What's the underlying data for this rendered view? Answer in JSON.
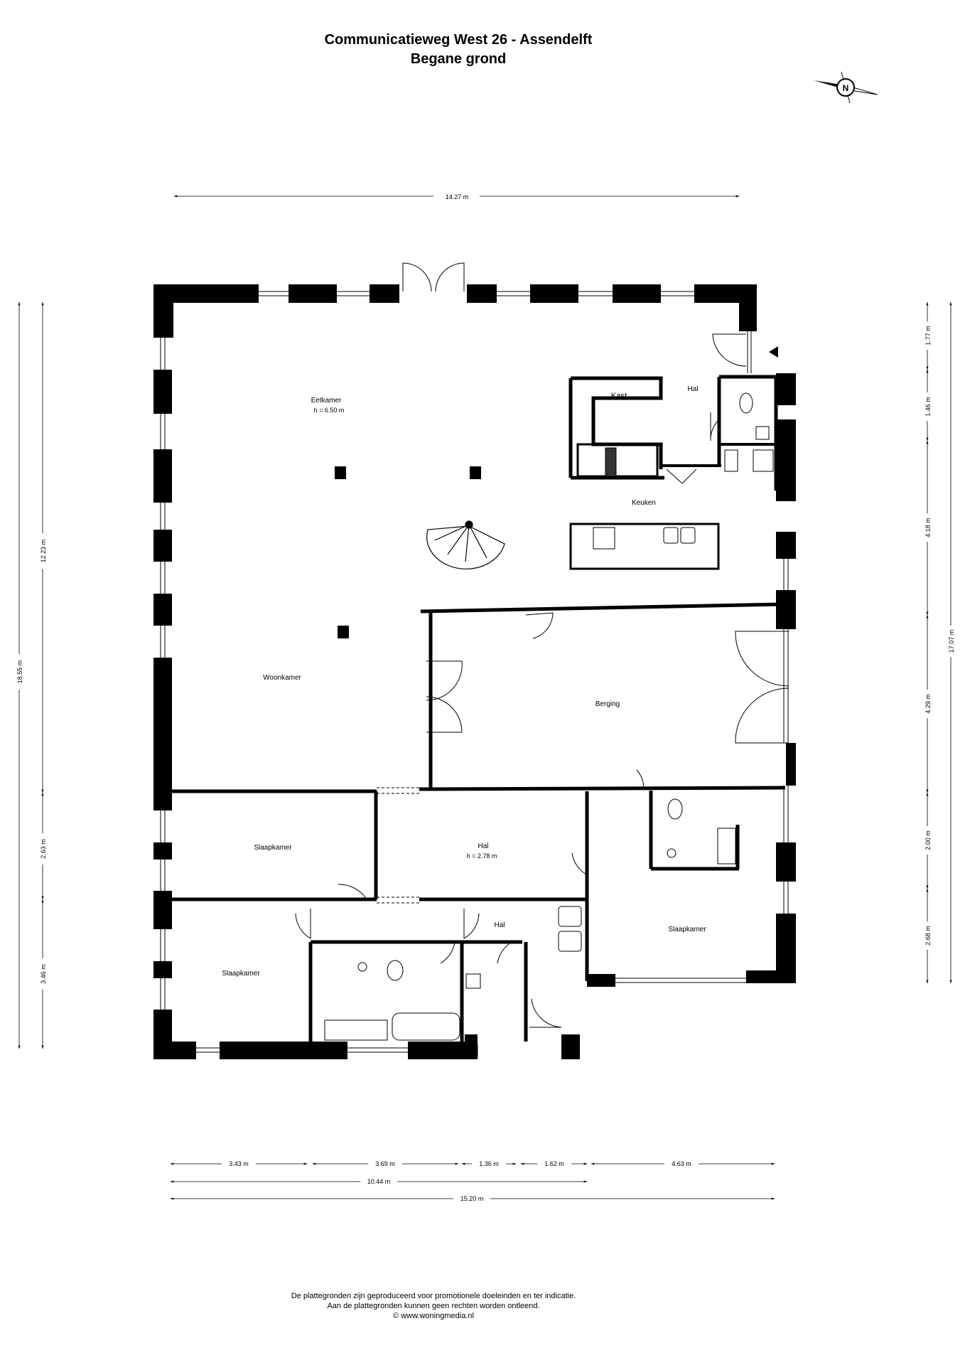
{
  "header": {
    "title": "Communicatieweg West 26 - Assendelft",
    "subtitle": "Begane grond"
  },
  "compass": {
    "label": "N"
  },
  "rooms": {
    "eetkamer": "Eetkamer",
    "eetkamer_height": "h = 6.50 m",
    "kast": "Kast",
    "hal_top": "Hal",
    "keuken": "Keuken",
    "woonkamer": "Woonkamer",
    "berging": "Berging",
    "slaapkamer_1": "Slaapkamer",
    "hal_mid": "Hal",
    "hal_mid_height": "h = 2.78 m",
    "slaapkamer_2": "Slaapkamer",
    "slaapkamer_3": "Slaapkamer",
    "hal_bottom": "Hal"
  },
  "dimensions": {
    "top_width": "14.27 m",
    "left_outer": "18.55 m",
    "left_inner_1": "12.23 m",
    "left_inner_2": "2.63 m",
    "left_inner_3": "3.46 m",
    "right_1": "1.77 m",
    "right_2": "1.46 m",
    "right_3": "4.18 m",
    "right_4": "4.29 m",
    "right_5": "2.00 m",
    "right_6": "2.68 m",
    "right_outer": "17.07 m",
    "bottom_1": "3.43 m",
    "bottom_2": "3.69 m",
    "bottom_3": "1.36 m",
    "bottom_4": "1.62 m",
    "bottom_5": "4.63 m",
    "bottom_sub": "10.44 m",
    "bottom_total": "15.20 m"
  },
  "footer": {
    "line1": "De plattegronden zijn geproduceerd voor promotionele doeleinden en ter indicatie.",
    "line2": "Aan de plattegronden kunnen geen rechten worden ontleend.",
    "line3": "© www.woningmedia.nl"
  }
}
